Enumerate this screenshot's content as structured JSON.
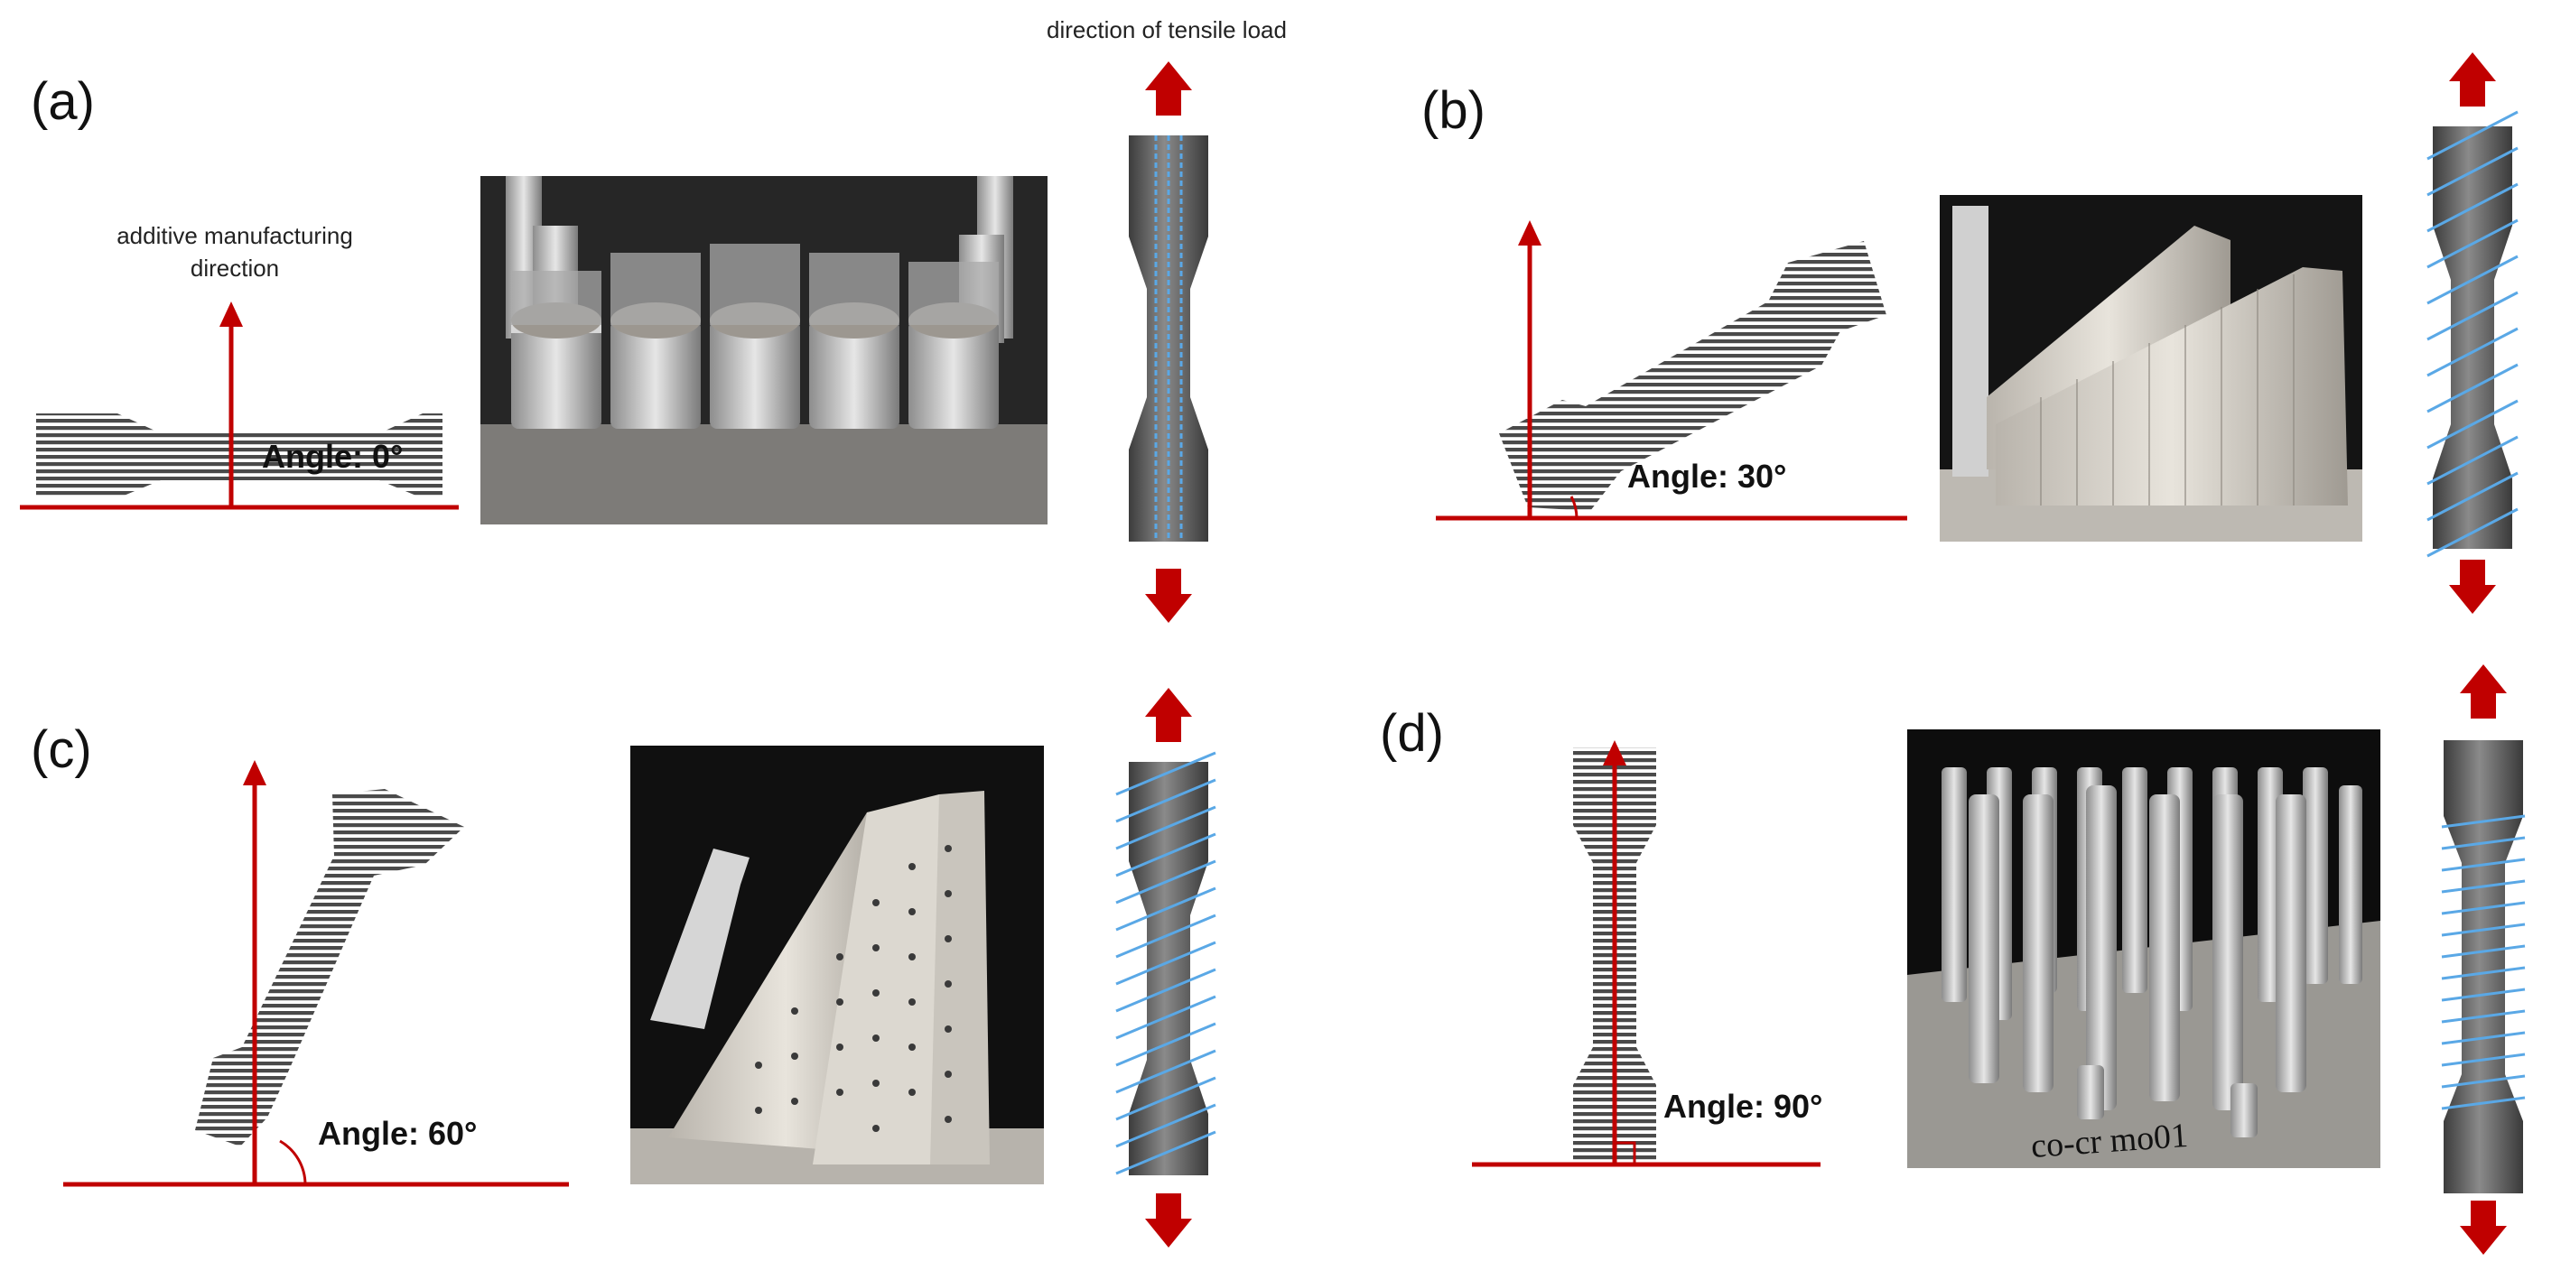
{
  "annotations": {
    "tensile_load": "direction of tensile load",
    "am_direction_line1": "additive manufacturing",
    "am_direction_line2": "direction"
  },
  "panels": [
    {
      "id": "a",
      "label": "(a)",
      "angle_label": "Angle: 0°",
      "angle_deg": 0
    },
    {
      "id": "b",
      "label": "(b)",
      "angle_label": "Angle: 30°",
      "angle_deg": 30
    },
    {
      "id": "c",
      "label": "(c)",
      "angle_label": "Angle: 60°",
      "angle_deg": 60
    },
    {
      "id": "d",
      "label": "(d)",
      "angle_label": "Angle: 90°",
      "angle_deg": 90
    }
  ],
  "photo_caption_d": "co-cr mo01",
  "colors": {
    "arrow_red": "#c00000",
    "hatch_blue": "#5aa8e6",
    "specimen_grey": "#5a5a5a",
    "photo_dark": "#2a2a2a"
  }
}
